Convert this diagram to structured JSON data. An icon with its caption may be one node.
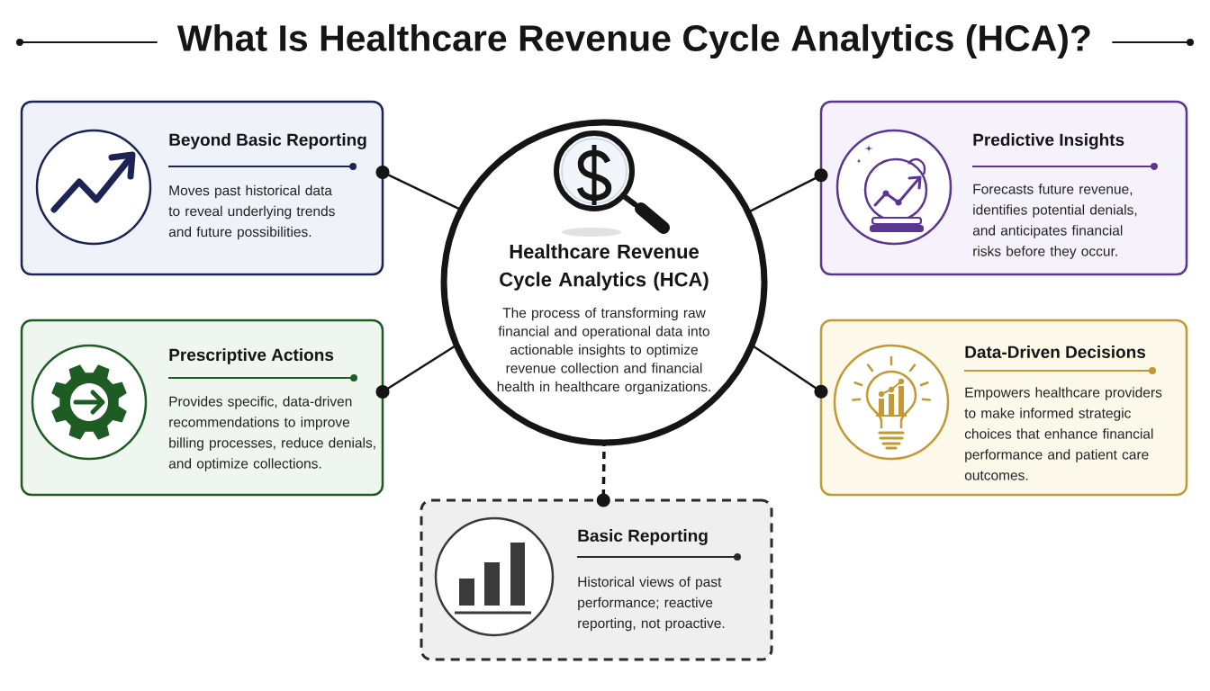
{
  "diagram": {
    "title": "What Is Healthcare Revenue Cycle Analytics (HCA)?",
    "nodes": [
      {
        "text": [
          "Beyond Basic Reporting",
          "Moves past historical data to reveal underlying trends and future possibilities."
        ]
      },
      {
        "text": [
          "Healthcare Revenue Cycle Analytics (HCA)",
          "The process of transforming raw financial and operational data into actionable insights to optimize revenue collection and financial health in healthcare organizations."
        ]
      },
      {
        "text": [
          "Predictive Insights",
          "Forecasts future revenue, identifies potential denials, and anticipates financial risks before they occur."
        ]
      },
      {
        "text": [
          "Prescriptive Actions",
          "Provides specific, data-driven recommendations to improve billing processes, reduce denials, and optimize collections."
        ]
      },
      {
        "text": [
          "Data-Driven Decisions",
          "Empowers healthcare providers to make informed strategic choices that enhance financial performance and patient care outcomes."
        ]
      },
      {
        "text": [
          "Basic Reporting",
          "Historical views of past performance; reactive reporting, not proactive."
        ]
      }
    ],
    "edges": [
      {
        "from": 1,
        "to": 0,
        "arrow": "other"
      },
      {
        "from": 1,
        "to": 2,
        "arrow": "other"
      },
      {
        "from": 1,
        "to": 3,
        "arrow": "other"
      },
      {
        "from": 1,
        "to": 4,
        "arrow": "other"
      },
      {
        "from": 1,
        "to": 5,
        "arrow": "other",
        "style": "dashed"
      }
    ]
  }
}
